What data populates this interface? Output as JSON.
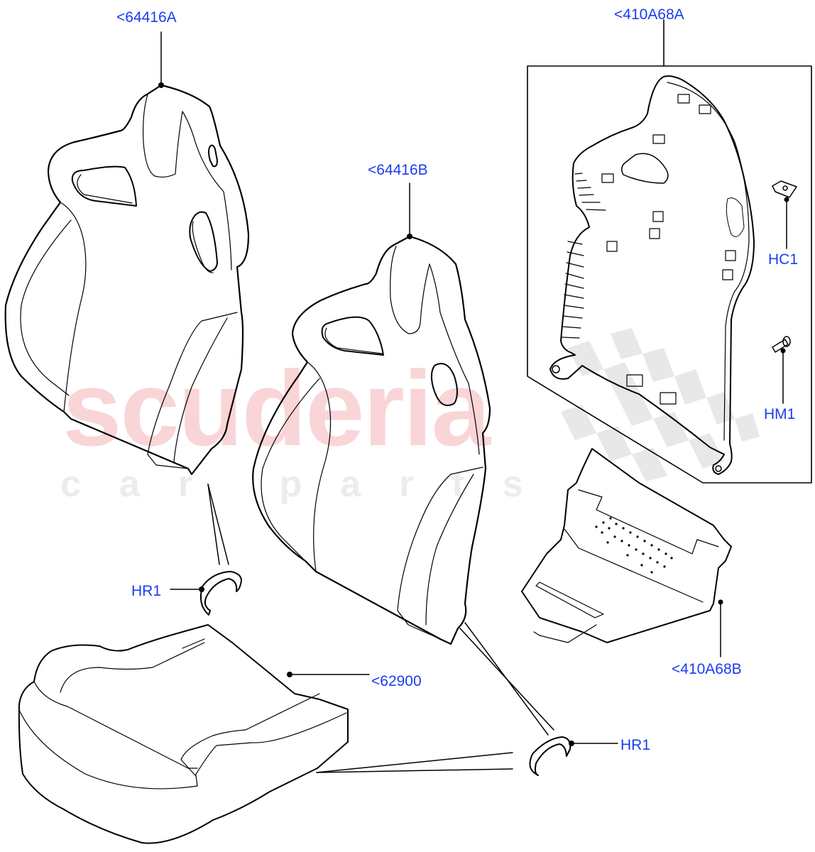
{
  "diagram": {
    "type": "exploded-parts-diagram",
    "subject": "Racing seat assembly (seat back covers, cushion, rear panel)",
    "watermark": {
      "line1": "scuderia",
      "line2": "car parts",
      "color_primary": "#f9d5d7",
      "color_secondary": "#ecebef"
    },
    "label_color": "#1a3cf0",
    "line_color": "#000000",
    "callouts": [
      {
        "id": "64416A",
        "text": "<64416A",
        "part": "seat back cover (left)"
      },
      {
        "id": "64416B",
        "text": "<64416B",
        "part": "seat back cover (center)"
      },
      {
        "id": "410A68A",
        "text": "<410A68A",
        "part": "seat back rear panel"
      },
      {
        "id": "HC1",
        "text": "HC1",
        "part": "clip"
      },
      {
        "id": "HM1",
        "text": "HM1",
        "part": "pin / fastener"
      },
      {
        "id": "HR1a",
        "text": "HR1",
        "part": "hog ring (left)"
      },
      {
        "id": "62900",
        "text": "<62900",
        "part": "seat cushion cover"
      },
      {
        "id": "410A68B",
        "text": "<410A68B",
        "part": "seat cushion pan / valance"
      },
      {
        "id": "HR1b",
        "text": "HR1",
        "part": "hog ring (right)"
      }
    ]
  }
}
